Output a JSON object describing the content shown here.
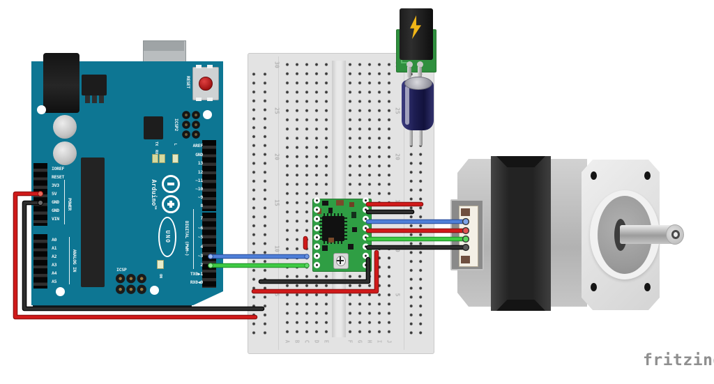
{
  "app": {
    "watermark": "fritzing"
  },
  "arduino": {
    "brand": "Arduino™",
    "model": "UNO",
    "reset_label": "RESET",
    "icsp2_label": "ICSP2",
    "icsp_label": "ICSP",
    "on_label": "ON",
    "tx_label": "TX",
    "rx_label": "RX",
    "l_label": "L",
    "section_power": "POWER",
    "section_analog": "ANALOG IN",
    "section_digital": "DIGITAL (PWM~)",
    "power_pins": [
      "IOREF",
      "RESET",
      "3V3",
      "5V",
      "GND",
      "GND",
      "VIN"
    ],
    "analog_pins": [
      "A0",
      "A1",
      "A2",
      "A3",
      "A4",
      "A5"
    ],
    "digital_upper": [
      "AREF",
      "GND",
      "13",
      "12",
      "~11",
      "~10",
      "~9",
      "8"
    ],
    "digital_lower": [
      "7",
      "~6",
      "~5",
      "4",
      "~3",
      "2",
      "TX0▶1",
      "RX0◀0"
    ]
  },
  "breadboard": {
    "row_numbers": [
      "30",
      "25",
      "20",
      "15",
      "10",
      "5"
    ],
    "column_letters": [
      "A",
      "B",
      "C",
      "D",
      "E",
      "F",
      "G",
      "H",
      "I",
      "J"
    ]
  },
  "components": {
    "arduino": "Arduino UNO",
    "breadboard": "half-plus breadboard",
    "driver": "A4988 stepper driver",
    "jack": "DC barrel jack",
    "capacitor": "electrolytic capacitor",
    "motor": "NEMA-17 stepper motor"
  },
  "colors": {
    "arduino_teal": "#0d7693",
    "driver_green": "#2f9e44",
    "jack_green": "#2f8f3e",
    "capacitor_navy": "#22225c"
  },
  "wires": [
    {
      "id": "red-5v",
      "color": "red",
      "hex": "#d01a1a",
      "from": "Arduino 5V",
      "to": "breadboard left rail"
    },
    {
      "id": "black-gnd",
      "color": "black",
      "hex": "#2e2e2e",
      "from": "Arduino GND",
      "to": "breadboard left rail"
    },
    {
      "id": "blue-d3",
      "color": "blue",
      "hex": "#4f7fd8",
      "from": "Arduino D3",
      "to": "driver row"
    },
    {
      "id": "green-d2",
      "color": "green",
      "hex": "#3fca44",
      "from": "Arduino D2",
      "to": "driver row"
    },
    {
      "id": "black-logic",
      "color": "black",
      "hex": "#2e2e2e",
      "from": "left rail",
      "to": "driver"
    },
    {
      "id": "red-logic",
      "color": "red",
      "hex": "#d01a1a",
      "from": "left rail",
      "to": "driver"
    },
    {
      "id": "red-vmot",
      "color": "red",
      "hex": "#d01a1a",
      "from": "driver",
      "to": "right rail"
    },
    {
      "id": "black-vmot",
      "color": "black",
      "hex": "#2e2e2e",
      "from": "driver",
      "to": "right rail"
    },
    {
      "id": "blue-coil",
      "color": "blue",
      "hex": "#4f7fd8",
      "from": "driver",
      "to": "motor pin 1"
    },
    {
      "id": "red-coil",
      "color": "red",
      "hex": "#d01a1a",
      "from": "driver",
      "to": "motor pin 2"
    },
    {
      "id": "green-coil",
      "color": "green",
      "hex": "#3fca44",
      "from": "driver",
      "to": "motor pin 3"
    },
    {
      "id": "black-coil",
      "color": "black",
      "hex": "#2e2e2e",
      "from": "driver",
      "to": "motor pin 4"
    },
    {
      "id": "red-jumper",
      "color": "red",
      "hex": "#d01a1a",
      "from": "breadboard",
      "to": "breadboard"
    }
  ]
}
